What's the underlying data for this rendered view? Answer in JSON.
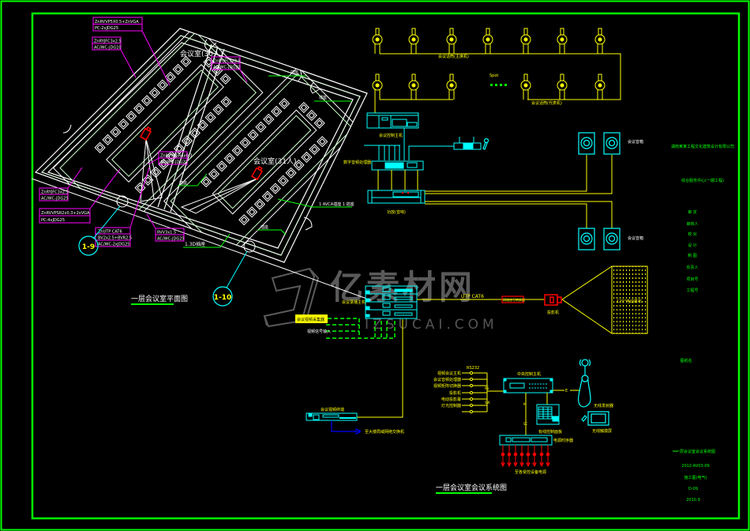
{
  "drawing_titles": {
    "floor_plan": "一层会议室平面图",
    "system": "一层会议室会议系统图"
  },
  "floor_plan": {
    "rooms": [
      {
        "label": "会议室(30人)"
      },
      {
        "label": "会议室(31人)"
      }
    ],
    "cable_labels": [
      {
        "lines": [
          "ZnRVVP5X0.5+ZnVGA",
          "PC-2xJDG25"
        ]
      },
      {
        "lines": [
          "ZnRYJFC3x2.5",
          "AC/WC-JDG10"
        ]
      },
      {
        "lines": [
          "ZnRYJFC3x2.5",
          "AC/WC-JDG20"
        ]
      },
      {
        "lines": [
          "ZnRVVPSR4x0.3",
          "AC/WC-JDG20"
        ]
      },
      {
        "lines": [
          "ZnRYJFC3x2.5",
          "AC/WC-JDG25"
        ]
      },
      {
        "lines": [
          "ZnRVVPSR2x0.3+2xVGA",
          "PC-4xJDG25"
        ]
      },
      {
        "lines": [
          "ZnUTP CAT6",
          "BV2x2.5+BVR2.5",
          "AC/WC-2xJDG25"
        ]
      },
      {
        "lines": [
          "RVV3x1.5",
          "AC/WC-JDG25"
        ]
      }
    ],
    "device_labels": [
      "插座",
      "插座",
      "1 AVCA插座 1 插座",
      "1.3D插座",
      "插座",
      "插座"
    ],
    "callouts": [
      "1-9",
      "1-10"
    ]
  },
  "system": {
    "microphones": {
      "chairman_label": "会议话筒(主席机)",
      "delegate_label": "会议话筒(代表机)",
      "spot_label": "Spot"
    },
    "conference_host_label": "会议控制主机",
    "audio_processor_label": "数字音频处理器",
    "amplifier_label": "功放(音响)",
    "speaker_labels": [
      "会议音箱",
      "会议音箱"
    ],
    "recorder_label": "会议录播主机",
    "video_capture_label": "会议视频采集器",
    "video_input_label": "视频信号输入",
    "cable_label": "UTP CAT6",
    "converter_label": "网络信号转换器",
    "projector_label": "投影机",
    "screen_label": "120\"电动幕布",
    "video_terminal_label": "会议视频终端",
    "network_label": "至大楼局域网络交换机",
    "control": {
      "rs232_label": "RS232",
      "inputs": [
        "视频会议主机",
        "会议音频处理器",
        "视频矩阵切换器",
        "投影机",
        "电动投影幕",
        "灯光控制器"
      ],
      "port_labels": [
        "RS",
        "SW",
        "E",
        "M",
        "SC"
      ],
      "host_label": "中央控制主机",
      "wired_panel_label": "有线控制面板",
      "wireless_label": "无线发射器",
      "touch_panel_label": "无线触摸屏",
      "sequencer_label": "电源时序器",
      "outputs_label": "至各受控设备电源"
    }
  },
  "title_block": {
    "company": "湖南某某工程文化建筑设计有限公司",
    "project": "综合服务中心(一期工程)",
    "signature_rows": [
      "审 定",
      "审核人",
      "校 对",
      "设 计",
      "制 图",
      "负责人",
      "项目号",
      "工程号"
    ],
    "drawing_name_label": "图纸名",
    "drawing_name": "一层会议室会议系统图",
    "drawing_number": "2012-AV03-09",
    "stage": "施工图(电气)",
    "sheet": "D-09",
    "date": "2010.9"
  },
  "watermark": {
    "text": "亿素材网",
    "url": "IZSUCAI.COM"
  },
  "colors": {
    "background": "#000000",
    "frame": "#00ff00",
    "wiring": "#ffff00",
    "equipment": "#00ffff",
    "cable_tag": "#ff00ff",
    "power": "#ff0000",
    "walls": "#ffffff",
    "network_arrow": "#0000ff",
    "watermark": "#5a5a5a"
  }
}
